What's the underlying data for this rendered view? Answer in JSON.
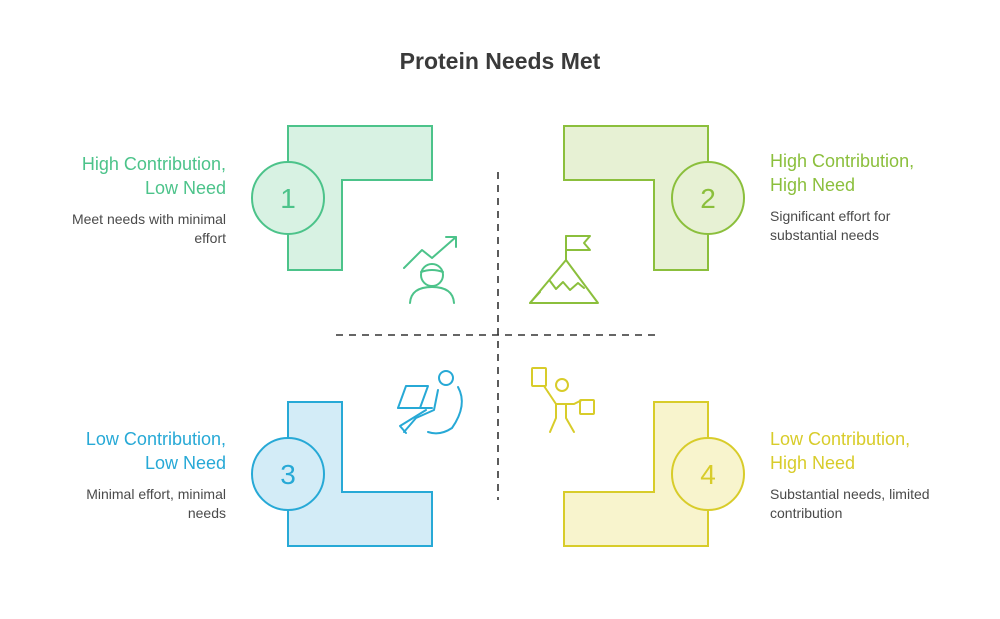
{
  "title": "Protein Needs Met",
  "colors": {
    "q1": "#4cc38a",
    "q2": "#8bbf3c",
    "q3": "#27a9d6",
    "q4": "#d8cc2a",
    "text": "#3a3a3a",
    "axis": "#333333"
  },
  "quadrants": [
    {
      "number": "1",
      "heading_line1": "High Contribution,",
      "heading_line2": "Low Need",
      "description_line1": "Meet needs with minimal",
      "description_line2": "effort",
      "icon": "person-growth-arrow-icon"
    },
    {
      "number": "2",
      "heading_line1": "High Contribution,",
      "heading_line2": "High Need",
      "description_line1": "Significant effort for",
      "description_line2": "substantial needs",
      "icon": "mountain-flag-icon"
    },
    {
      "number": "3",
      "heading_line1": "Low Contribution,",
      "heading_line2": "Low Need",
      "description_line1": "Minimal effort, minimal",
      "description_line2": "needs",
      "icon": "person-relaxing-laptop-icon"
    },
    {
      "number": "4",
      "heading_line1": "Low Contribution,",
      "heading_line2": "High Need",
      "description_line1": "Substantial needs, limited",
      "description_line2": "contribution",
      "icon": "person-juggling-tasks-icon"
    }
  ]
}
